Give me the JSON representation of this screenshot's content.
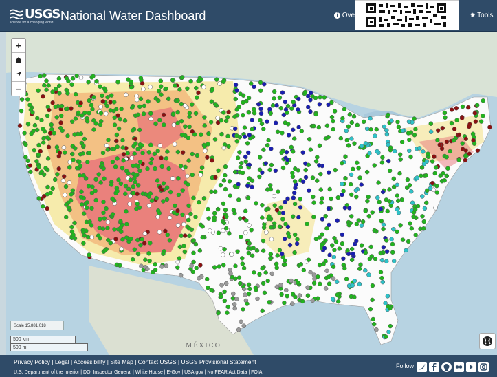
{
  "header": {
    "logo_text": "USGS",
    "logo_tagline": "science for a changing world",
    "title": "National Water Dashboard",
    "nav_overview": "Ove",
    "nav_tools": "Tools"
  },
  "map": {
    "scale_label": "Scale 15,881,018",
    "scale_km": "500 km",
    "scale_mi": "500 mi",
    "country_label": "MÉXICO",
    "controls": [
      "zoom-in",
      "home",
      "locate",
      "zoom-out"
    ],
    "colors": {
      "drought_light": "#f5e79e",
      "drought_orange": "#f3b67a",
      "drought_red": "#e8767a",
      "site_green": "#22b31f",
      "site_cyan": "#2fc2c8",
      "site_blue": "#1a1fb0",
      "site_darkred": "#8a1111",
      "site_gray": "#9a9a9a",
      "site_white": "#ffffff"
    }
  },
  "footer": {
    "links": "Privacy Policy  |  Legal  |  Accessibility  |  Site Map  |  Contact USGS  |  USGS Provisional Statement",
    "links2": "U.S. Department of the Interior  |  DOI Inspector General  |  White House  |  E-Gov  |  USA.gov  |  No FEAR Act Data  |  FOIA",
    "follow": "Follow",
    "social_icons": [
      "twitter-icon",
      "facebook-icon",
      "github-icon",
      "flickr-icon",
      "youtube-icon",
      "instagram-icon"
    ]
  }
}
